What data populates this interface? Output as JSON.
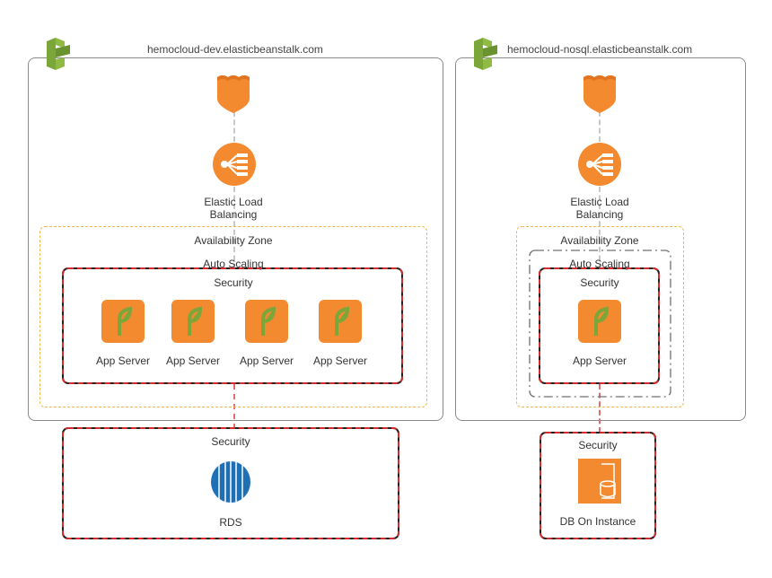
{
  "colors": {
    "aws_orange": "#f48a2f",
    "beanstalk_green": "#7aa63a",
    "security_red": "#d42c2c",
    "az_dash": "#f0b84a",
    "rds_blue": "#1f6fb5"
  },
  "environments": [
    {
      "domain": "hemocloud-dev.elasticbeanstalk.com",
      "elb_label_line1": "Elastic Load",
      "elb_label_line2": "Balancing",
      "az_label": "Availability Zone",
      "asg_label": "Auto Scaling",
      "security_label": "Security",
      "servers": [
        {
          "label": "App Server"
        },
        {
          "label": "App Server"
        },
        {
          "label": "App Server"
        },
        {
          "label": "App Server"
        }
      ],
      "db": {
        "security_label": "Security",
        "label": "RDS",
        "icon": "rds-database-icon"
      }
    },
    {
      "domain": "hemocloud-nosql.elasticbeanstalk.com",
      "elb_label_line1": "Elastic Load",
      "elb_label_line2": "Balancing",
      "az_label": "Availability Zone",
      "asg_label": "Auto Scaling",
      "security_label": "Security",
      "servers": [
        {
          "label": "App Server"
        }
      ],
      "db": {
        "security_label": "Security",
        "label": "DB On Instance",
        "icon": "db-instance-icon"
      }
    }
  ]
}
